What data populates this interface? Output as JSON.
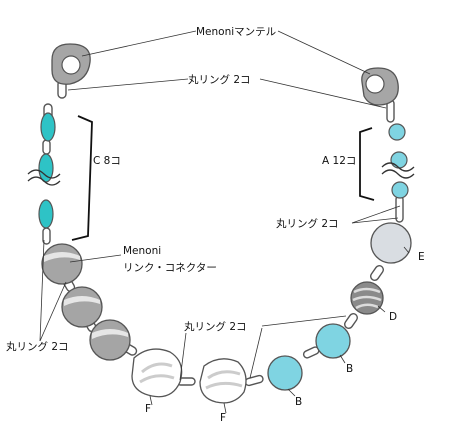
{
  "labels": {
    "mantel": "Menoniマンテル",
    "ring_top": "丸リング 2コ",
    "count_c": "C 8コ",
    "count_a": "A 12コ",
    "ring_right": "丸リング 2コ",
    "connector_line1": "Menoni",
    "connector_line2": "リンク・コネクター",
    "ring_bottom_left": "丸リング 2コ",
    "ring_bottom_center": "丸リング 2コ",
    "bead_e": "E",
    "bead_d": "D",
    "bead_b1": "B",
    "bead_b2": "B",
    "bead_f1": "F",
    "bead_f2": "F"
  },
  "colors": {
    "turquoise": "#2ec3c6",
    "light_blue": "#7fd4e2",
    "connector_gray": "#a5a5a5",
    "mantel_gray": "#a6a6a6",
    "bead_e": "#d9dde2",
    "bead_d": "#8a8a8a",
    "bead_f": "#ffffff",
    "line": "#333333"
  }
}
